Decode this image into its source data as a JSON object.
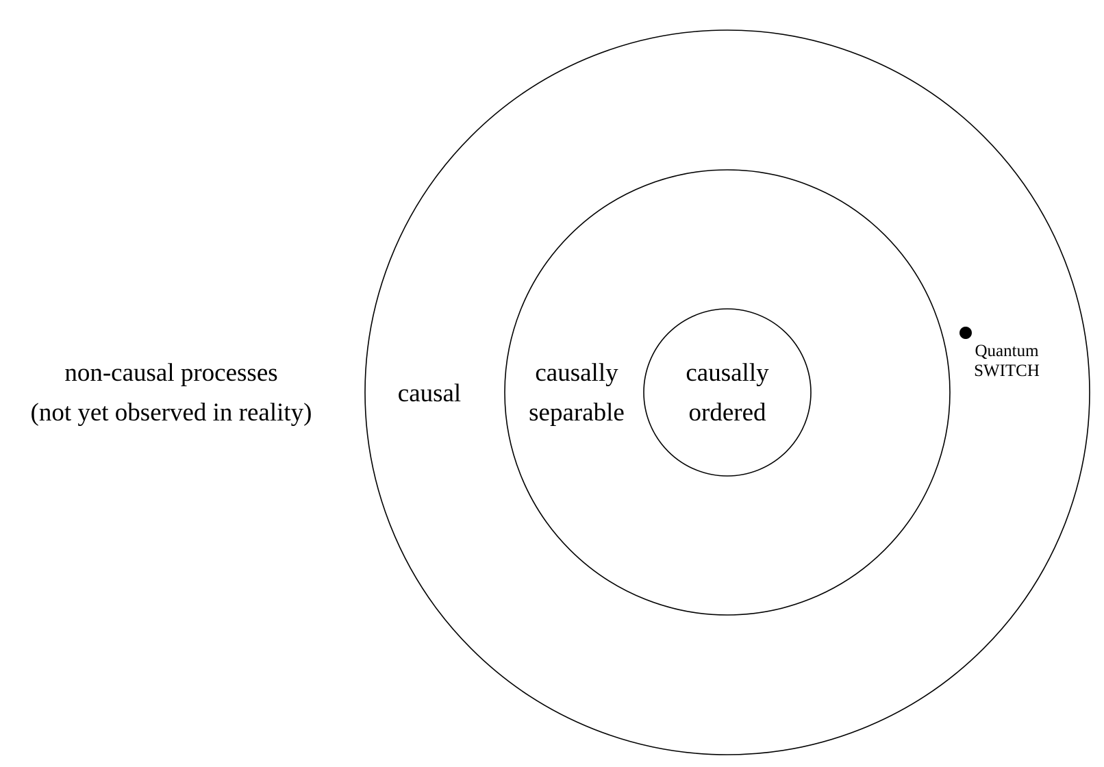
{
  "regions": {
    "outside": {
      "line1": "non-causal processes",
      "line2": "(not yet observed in reality)"
    },
    "causal": {
      "label": "causal"
    },
    "separable": {
      "line1": "causally",
      "line2": "separable"
    },
    "ordered": {
      "line1": "causally",
      "line2": "ordered"
    }
  },
  "point": {
    "line1": "Quantum",
    "line2": "SWITCH"
  },
  "colors": {
    "stroke": "#000000",
    "background": "#ffffff"
  }
}
